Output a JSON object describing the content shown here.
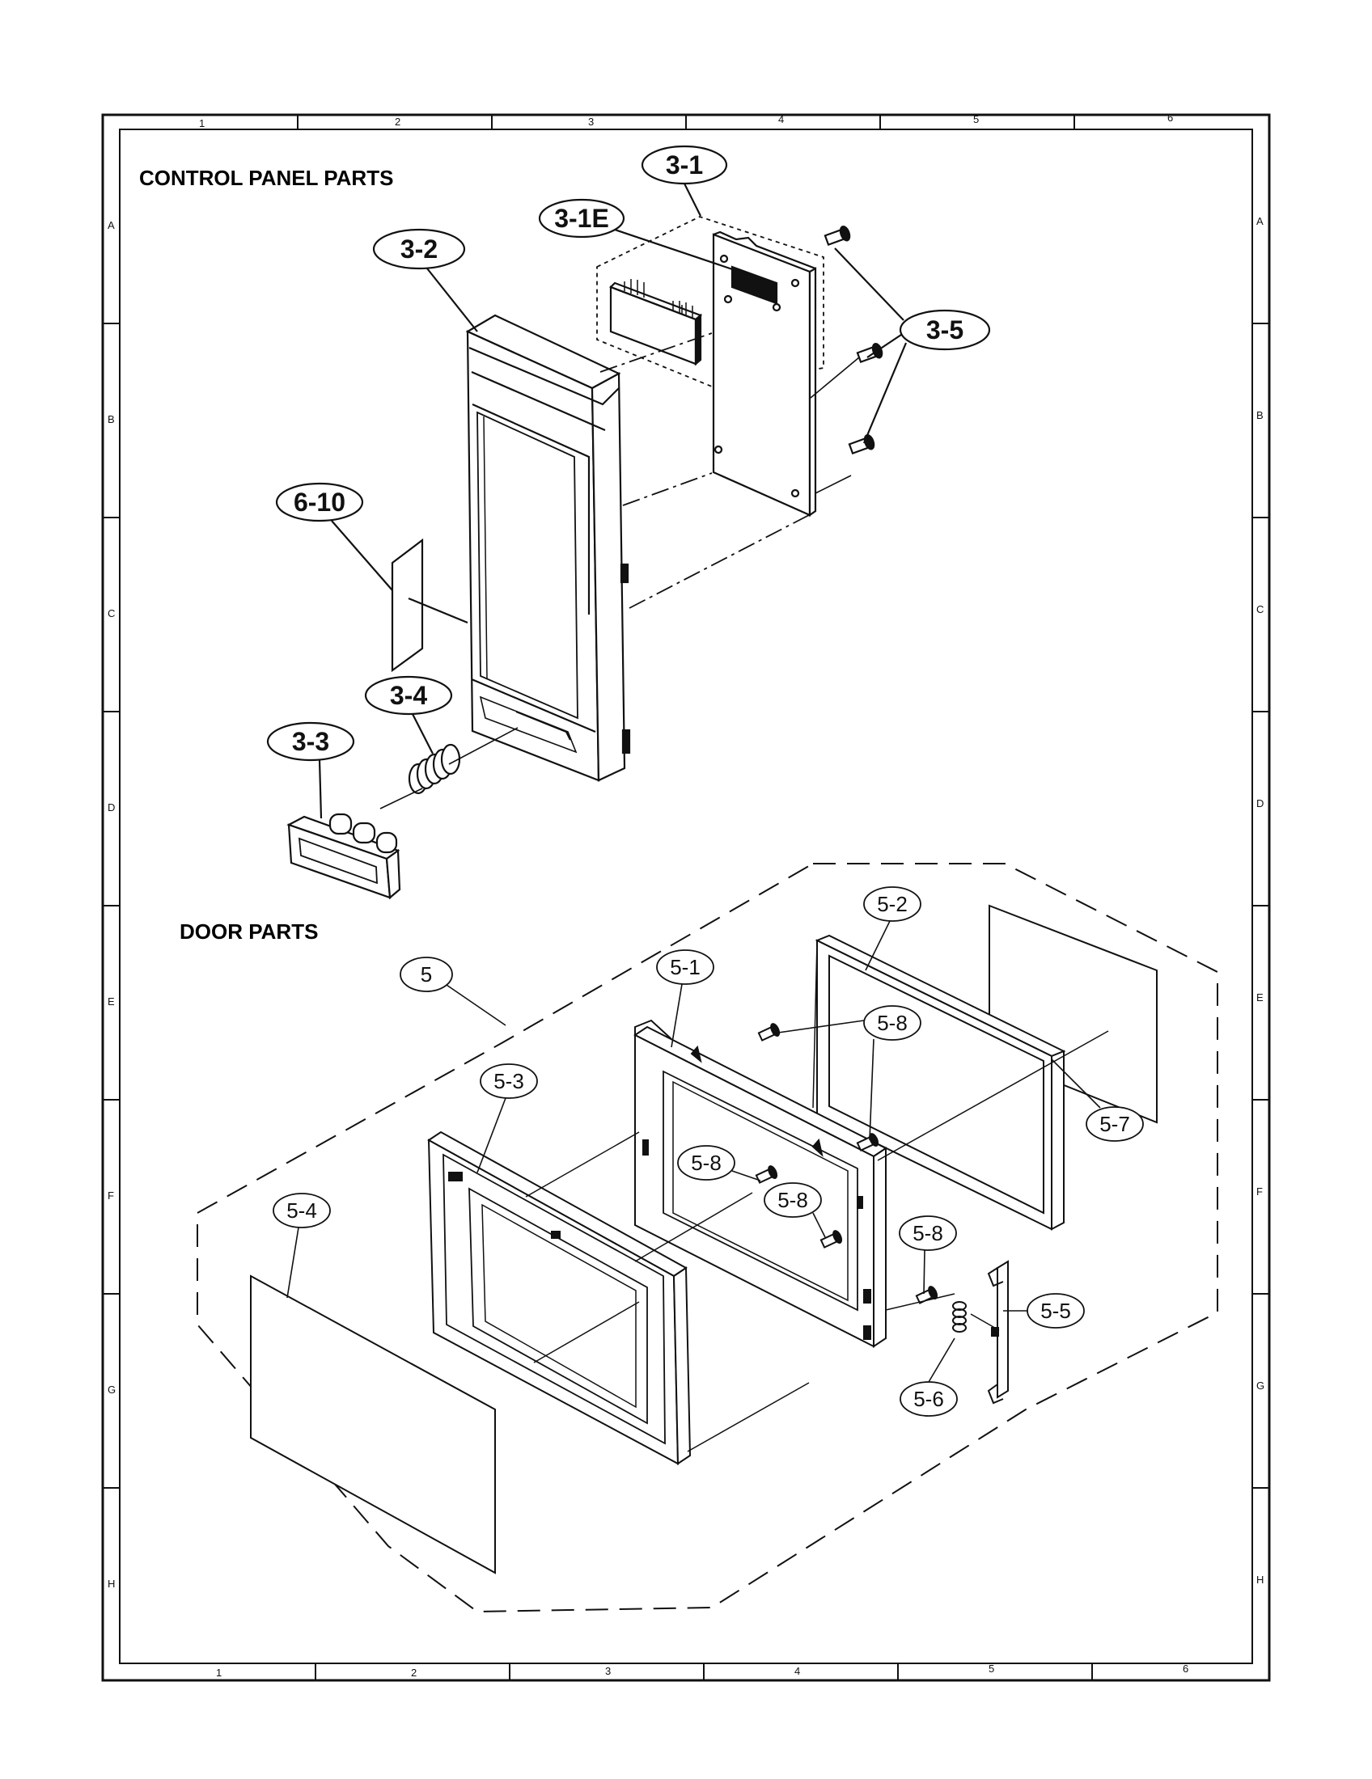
{
  "titles": {
    "control_panel": "CONTROL PANEL PARTS",
    "door": "DOOR PARTS"
  },
  "grid": {
    "columns": [
      "1",
      "2",
      "3",
      "4",
      "5",
      "6"
    ],
    "rows": [
      "A",
      "B",
      "C",
      "D",
      "E",
      "F",
      "G",
      "H"
    ]
  },
  "labels": {
    "p3_1": "3-1",
    "p3_1e": "3-1E",
    "p3_2": "3-2",
    "p3_3": "3-3",
    "p3_4": "3-4",
    "p3_5": "3-5",
    "p6_10": "6-10",
    "p5": "5",
    "p5_1": "5-1",
    "p5_2": "5-2",
    "p5_3": "5-3",
    "p5_4": "5-4",
    "p5_5": "5-5",
    "p5_6": "5-6",
    "p5_7": "5-7",
    "p5_8": "5-8"
  }
}
